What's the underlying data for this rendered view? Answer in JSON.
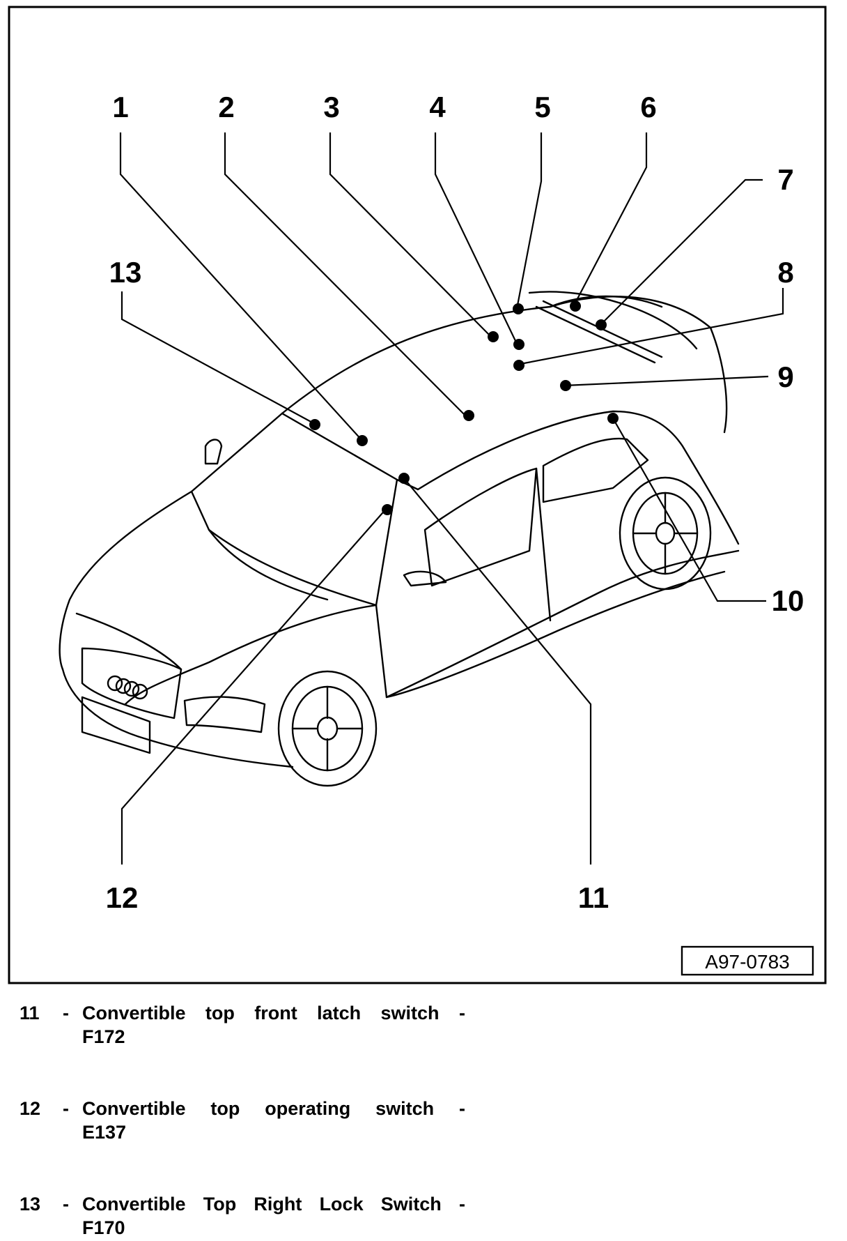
{
  "figure": {
    "callouts": [
      "1",
      "2",
      "3",
      "4",
      "5",
      "6",
      "7",
      "8",
      "9",
      "10",
      "11",
      "12",
      "13"
    ],
    "figure_id": "A97-0783"
  },
  "legend": [
    {
      "num": "11",
      "line1": [
        "Convertible",
        "top",
        "front",
        "latch",
        "switch",
        "-"
      ],
      "line2": "F172"
    },
    {
      "num": "12",
      "line1": [
        "Convertible",
        "top",
        "operating",
        "switch",
        "-"
      ],
      "line2": "E137"
    },
    {
      "num": "13",
      "line1": [
        "Convertible",
        "Top",
        "Right",
        "Lock",
        "Switch",
        "-"
      ],
      "line2": "F170"
    }
  ]
}
